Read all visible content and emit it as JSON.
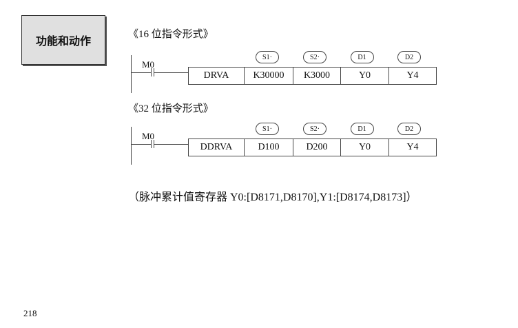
{
  "side_title": "功能和动作",
  "sections": [
    {
      "heading": "《16 位指令形式》",
      "contact": "M0",
      "cells": [
        "DRVA",
        "K30000",
        "K3000",
        "Y0",
        "Y4"
      ],
      "operands": [
        "S1·",
        "S2·",
        "D1",
        "D2"
      ]
    },
    {
      "heading": "《32 位指令形式》",
      "contact": "M0",
      "cells": [
        "DDRVA",
        "D100",
        "D200",
        "Y0",
        "Y4"
      ],
      "operands": [
        "S1·",
        "S2·",
        "D1",
        "D2"
      ]
    }
  ],
  "note": "（脉冲累计值寄存器 Y0:[D8171,D8170],Y1:[D8174,D8173]）",
  "page_number": "218"
}
